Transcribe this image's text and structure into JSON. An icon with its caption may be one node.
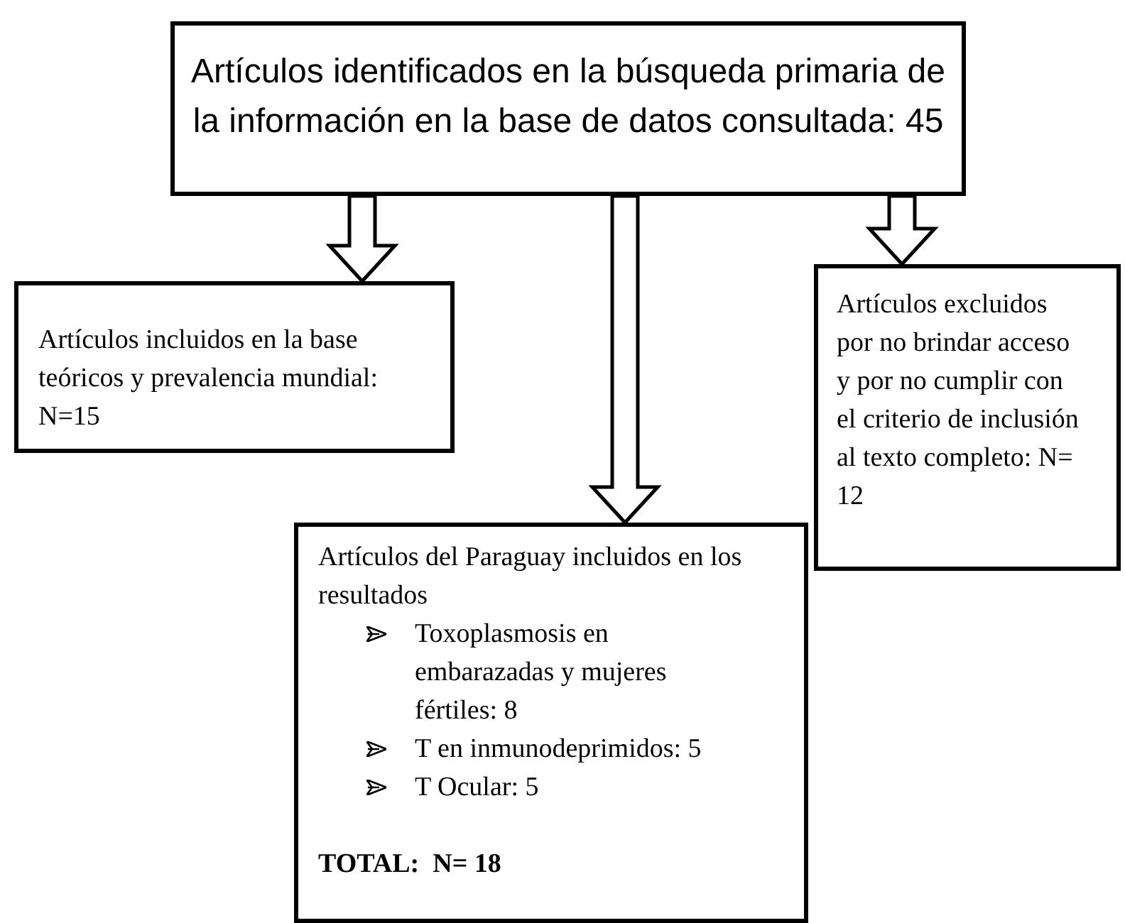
{
  "diagram": {
    "nodes": [
      {
        "text": [
          "Artículos identificados en la búsqueda primaria de la información en la base de datos consultada: 45"
        ]
      },
      {
        "text": [
          "Artículos incluidos en la base teóricos y prevalencia mundial: N=15"
        ]
      },
      {
        "text": [
          "Artículos excluidos por no brindar acceso y por no cumplir con el criterio de inclusión al texto completo: N= 12"
        ]
      },
      {
        "text": [
          "Artículos del Paraguay incluidos en los resultados",
          "Toxoplasmosis en embarazadas y mujeres fértiles: 8",
          "T en inmunodeprimidos: 5",
          "T Ocular: 5",
          "TOTAL:  N= 18"
        ]
      }
    ],
    "edges": [
      {
        "from": 0,
        "to": 1,
        "arrow": "to"
      },
      {
        "from": 0,
        "to": 3,
        "arrow": "to"
      },
      {
        "from": 0,
        "to": 2,
        "arrow": "to"
      }
    ]
  }
}
